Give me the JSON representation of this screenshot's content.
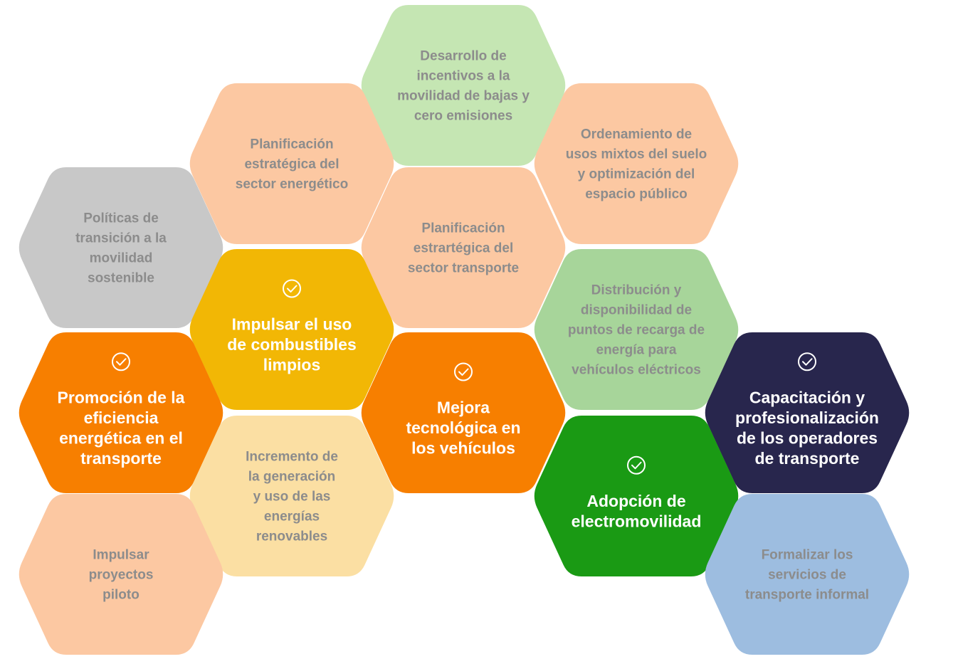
{
  "hexagons": [
    {
      "id": "desarrollo-incentivos",
      "lines": [
        "Desarrollo de",
        "incentivos a la",
        "movilidad de bajas y",
        "cero emisiones"
      ],
      "fill": "#c5e6b3",
      "text_color": "#8c8c8c",
      "highlighted": false
    },
    {
      "id": "planificacion-energetico",
      "lines": [
        "Planificación",
        "estratégica del",
        "sector energético"
      ],
      "fill": "#fcc8a2",
      "text_color": "#8c8c8c",
      "highlighted": false
    },
    {
      "id": "ordenamiento-suelo",
      "lines": [
        "Ordenamiento de",
        "usos mixtos del suelo",
        "y optimización del",
        "espacio público"
      ],
      "fill": "#fcc8a2",
      "text_color": "#8c8c8c",
      "highlighted": false
    },
    {
      "id": "politicas-transicion",
      "lines": [
        "Políticas de",
        "transición a la",
        "movilidad",
        "sostenible"
      ],
      "fill": "#c8c8c8",
      "text_color": "#8c8c8c",
      "highlighted": false
    },
    {
      "id": "planificacion-transporte",
      "lines": [
        "Planificación",
        "estrartégica del",
        "sector transporte"
      ],
      "fill": "#fcc8a2",
      "text_color": "#8c8c8c",
      "highlighted": false
    },
    {
      "id": "impulsar-combustibles",
      "lines": [
        "Impulsar el uso",
        "de combustibles",
        "limpios"
      ],
      "fill": "#f2b705",
      "text_color": "#ffffff",
      "highlighted": true
    },
    {
      "id": "distribucion-recarga",
      "lines": [
        "Distribución y",
        "disponibilidad de",
        "puntos de recarga de",
        "energía para",
        "vehículos eléctricos"
      ],
      "fill": "#a7d59a",
      "text_color": "#8c8c8c",
      "highlighted": false
    },
    {
      "id": "promocion-eficiencia",
      "lines": [
        "Promoción de la",
        "eficiencia",
        "energética en el",
        "transporte"
      ],
      "fill": "#f77f00",
      "text_color": "#ffffff",
      "highlighted": true
    },
    {
      "id": "mejora-tecnologica",
      "lines": [
        "Mejora",
        "tecnológica en",
        "los vehículos"
      ],
      "fill": "#f77f00",
      "text_color": "#ffffff",
      "highlighted": true
    },
    {
      "id": "capacitacion-operadores",
      "lines": [
        "Capacitación y",
        "profesionalización",
        "de los operadores",
        "de transporte"
      ],
      "fill": "#28264d",
      "text_color": "#ffffff",
      "highlighted": true
    },
    {
      "id": "incremento-renovables",
      "lines": [
        "Incremento de",
        "la generación",
        "y uso de las",
        "energías",
        "renovables"
      ],
      "fill": "#fbdfa3",
      "text_color": "#8c8c8c",
      "highlighted": false
    },
    {
      "id": "adopcion-electromovilidad",
      "lines": [
        "Adopción de",
        "electromovilidad"
      ],
      "fill": "#1a9a14",
      "text_color": "#ffffff",
      "highlighted": true
    },
    {
      "id": "impulsar-piloto",
      "lines": [
        "Impulsar",
        "proyectos",
        "piloto"
      ],
      "fill": "#fcc8a2",
      "text_color": "#8c8c8c",
      "highlighted": false
    },
    {
      "id": "formalizar-servicios",
      "lines": [
        "Formalizar los",
        "servicios de",
        "transporte informal"
      ],
      "fill": "#9dbde0",
      "text_color": "#8c8c8c",
      "highlighted": false
    }
  ]
}
